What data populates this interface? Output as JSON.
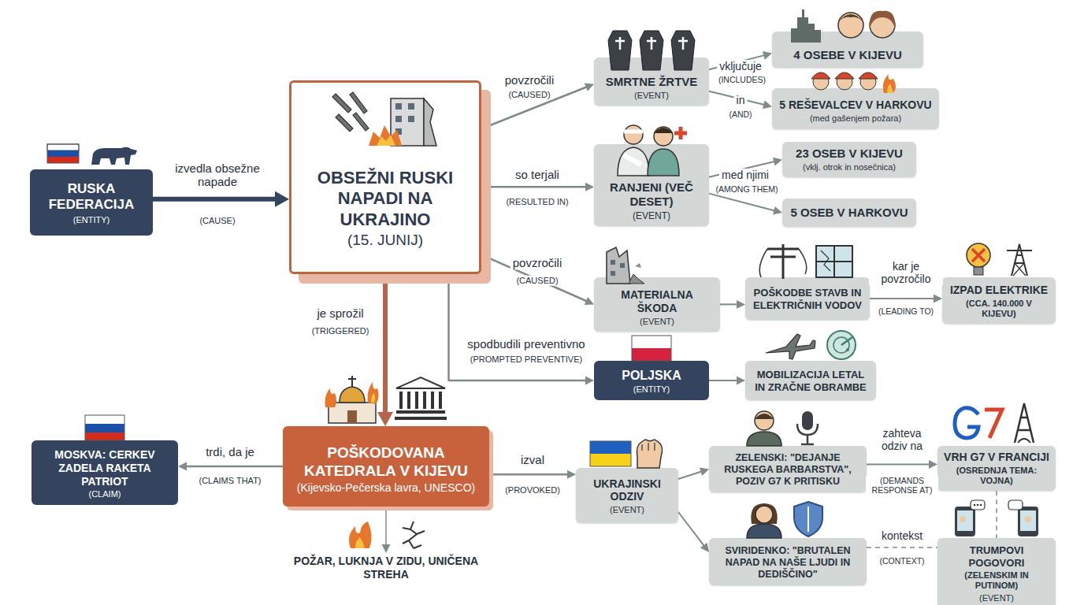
{
  "diagram": {
    "nodes": [
      {
        "text": [
          "RUSKA FEDERACIJA",
          "(ENTITY)"
        ]
      },
      {
        "text": [
          "OBSEŽNI RUSKI NAPADI NA UKRAJINO",
          "(15. JUNIJ)"
        ]
      },
      {
        "text": [
          "SMRTNE ŽRTVE",
          "(EVENT)"
        ]
      },
      {
        "text": [
          "4 OSEBE V KIJEVU"
        ]
      },
      {
        "text": [
          "5 REŠEVALCEV V HARKOVU",
          "(med gašenjem požara)"
        ]
      },
      {
        "text": [
          "RANJENI (VEČ DESET)",
          "(EVENT)"
        ]
      },
      {
        "text": [
          "23 OSEB V KIJEVU",
          "(vklj. otrok in nosečnica)"
        ]
      },
      {
        "text": [
          "5 OSEB V HARKOVU"
        ]
      },
      {
        "text": [
          "MATERIALNA ŠKODA",
          "(EVENT)"
        ]
      },
      {
        "text": [
          "POŠKODBE STAVB IN ELEKTRIČNIH VODOV"
        ]
      },
      {
        "text": [
          "IZPAD ELEKTRIKE",
          "(CCA. 140.000 V KIJEVU)"
        ]
      },
      {
        "text": [
          "POLJSKA",
          "(ENTITY)"
        ]
      },
      {
        "text": [
          "MOBILIZACIJA LETAL IN ZRAČNE OBRAMBE"
        ]
      },
      {
        "text": [
          "MOSKVA: CERKEV ZADELA RAKETA PATRIOT",
          "(CLAIM)"
        ]
      },
      {
        "text": [
          "POŠKODOVANA KATEDRALA V KIJEVU",
          "(Kijevsko-Pečerska lavra, UNESCO)"
        ]
      },
      {
        "text": [
          "POŽAR, LUKNJA V ZIDU, UNIČENA STREHA"
        ]
      },
      {
        "text": [
          "UKRAJINSKI ODZIV",
          "(EVENT)"
        ]
      },
      {
        "text": [
          "ZELENSKI: \"DEJANJE RUSKEGA BARBARSTVA\", POZIV G7 K PRITISKU"
        ]
      },
      {
        "text": [
          "VRH G7 V FRANCIJI",
          "(OSREDNJA TEMA: VOJNA)"
        ]
      },
      {
        "text": [
          "SVIRIDENKO: \"BRUTALEN NAPAD NA NAŠE LJUDI IN DEDIŠČINO\""
        ]
      },
      {
        "text": [
          "TRUMPOVI POGOVORI",
          "(ZELENSKIM IN PUTINOM)",
          "(EVENT)"
        ]
      }
    ],
    "edges": [
      {
        "from": 0,
        "to": 1,
        "arrow": "to",
        "label": "izvedla obsežne napade"
      },
      {
        "from": 1,
        "to": 2,
        "arrow": "to",
        "label": "povzročili"
      },
      {
        "from": 2,
        "to": 3,
        "arrow": "to",
        "label": "vključuje"
      },
      {
        "from": 2,
        "to": 4,
        "arrow": "to",
        "label": "in"
      },
      {
        "from": 1,
        "to": 5,
        "arrow": "to",
        "label": "so terjali"
      },
      {
        "from": 5,
        "to": 6,
        "arrow": "to",
        "label": "med njimi"
      },
      {
        "from": 5,
        "to": 7,
        "arrow": "to"
      },
      {
        "from": 1,
        "to": 8,
        "arrow": "to",
        "label": "povzročili"
      },
      {
        "from": 8,
        "to": 9,
        "arrow": "to"
      },
      {
        "from": 9,
        "to": 10,
        "arrow": "to",
        "label": "kar je povzročilo"
      },
      {
        "from": 1,
        "to": 11,
        "arrow": "to",
        "label": "spodbudili preventivno"
      },
      {
        "from": 11,
        "to": 12,
        "arrow": "to"
      },
      {
        "from": 1,
        "to": 14,
        "arrow": "to",
        "label": "je sprožil"
      },
      {
        "from": 14,
        "to": 13,
        "arrow": "to",
        "label": "trdi, da je"
      },
      {
        "from": 14,
        "to": 15,
        "arrow": "to"
      },
      {
        "from": 14,
        "to": 16,
        "arrow": "to",
        "label": "izval"
      },
      {
        "from": 16,
        "to": 17,
        "arrow": "to"
      },
      {
        "from": 16,
        "to": 19,
        "arrow": "to"
      },
      {
        "from": 17,
        "to": 18,
        "arrow": "to",
        "label": "zahteva odziv na"
      },
      {
        "from": 19,
        "to": 20,
        "arrow": "none",
        "label": "kontekst"
      },
      {
        "from": 18,
        "to": 20,
        "arrow": "none"
      }
    ],
    "labels": [
      "(CAUSE)",
      "(CAUSED)",
      "(INCLUDES)",
      "(AND)",
      "(RESULTED IN)",
      "(AMONG THEM)",
      "(CAUSED)",
      "(LEADING TO)",
      "(PROMPTED PREVENTIVE)",
      "(TRIGGERED)",
      "(CLAIMS THAT)",
      "(PROVOKED)",
      "(DEMANDS RESPONSE AT)",
      "(CONTEXT)"
    ]
  }
}
